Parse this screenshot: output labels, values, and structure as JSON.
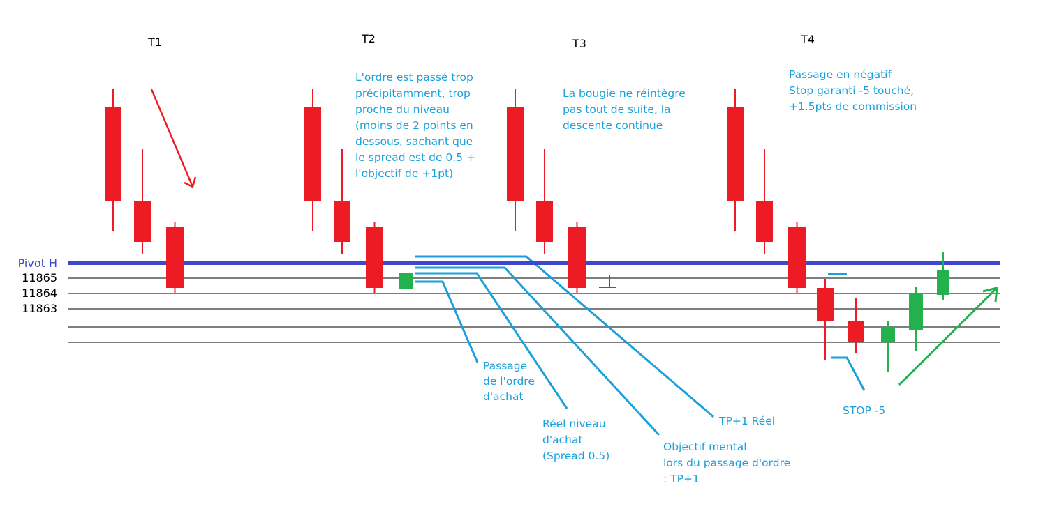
{
  "levels": {
    "pivot": "Pivot H",
    "l1": "11865",
    "l2": "11864",
    "l3": "11863"
  },
  "titles": {
    "t1": "T1",
    "t2": "T2",
    "t3": "T3",
    "t4": "T4"
  },
  "notes": {
    "t2": [
      "L'ordre est passé trop",
      "précipitamment, trop",
      "proche du niveau",
      "(moins de 2 points en",
      "dessous, sachant que",
      "le spread est de 0.5 +",
      "l'objectif de +1pt)"
    ],
    "t3": [
      "La bougie ne réintègre",
      "pas tout de suite, la",
      "descente continue"
    ],
    "t4": [
      "Passage en négatif",
      "Stop garanti -5 touché,",
      "+1.5pts de commission"
    ]
  },
  "callouts": {
    "passage": [
      "Passage",
      "de l'ordre",
      "d'achat"
    ],
    "reel": [
      "Réel niveau",
      "d'achat",
      "(Spread 0.5)"
    ],
    "objectif": [
      "Objectif mental",
      "lors du passage d'ordre",
      ": TP+1"
    ],
    "tp": "TP+1 Réel",
    "stop": "STOP -5"
  },
  "colors": {
    "bear": "#ed1c24",
    "bull": "#22b14c",
    "pivot": "#3f48cc",
    "grid": "#7f7f7f",
    "note": "#1aa0dc"
  }
}
